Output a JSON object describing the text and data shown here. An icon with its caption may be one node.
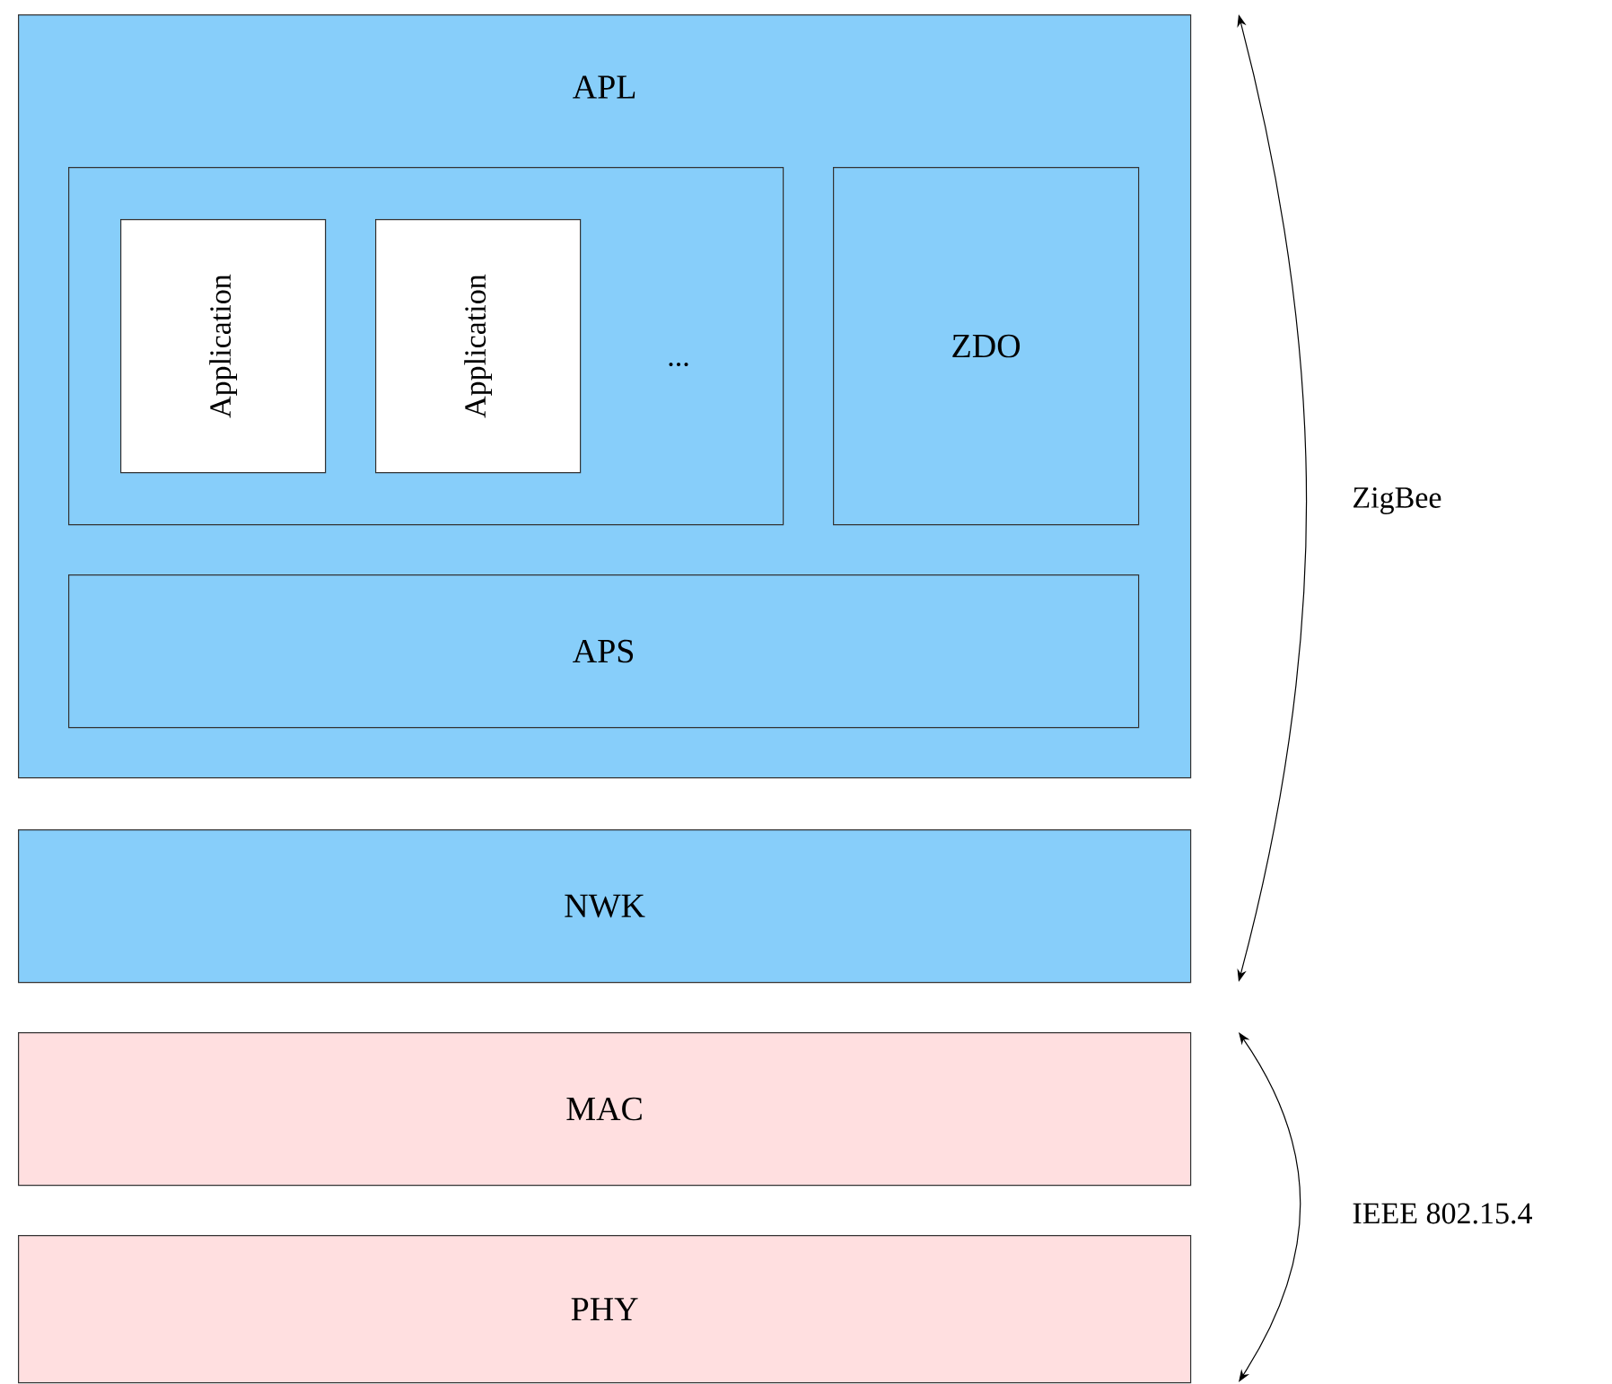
{
  "diagram": {
    "nodes": [
      {
        "text": [
          "APL"
        ]
      },
      {
        "text": [],
        "shape": "box",
        "in": 0
      },
      {
        "text": [
          "Application"
        ],
        "in": 1
      },
      {
        "text": [
          "Application"
        ],
        "in": 1
      },
      {
        "text": [
          "ZDO"
        ],
        "in": 0
      },
      {
        "text": [
          "APS"
        ],
        "in": 0
      },
      {
        "text": [
          "NWK"
        ]
      },
      {
        "text": [
          "MAC"
        ]
      },
      {
        "text": [
          "PHY"
        ]
      }
    ],
    "edges": [],
    "labels": [
      "...",
      "ZigBee",
      "IEEE 802.15.4"
    ]
  }
}
